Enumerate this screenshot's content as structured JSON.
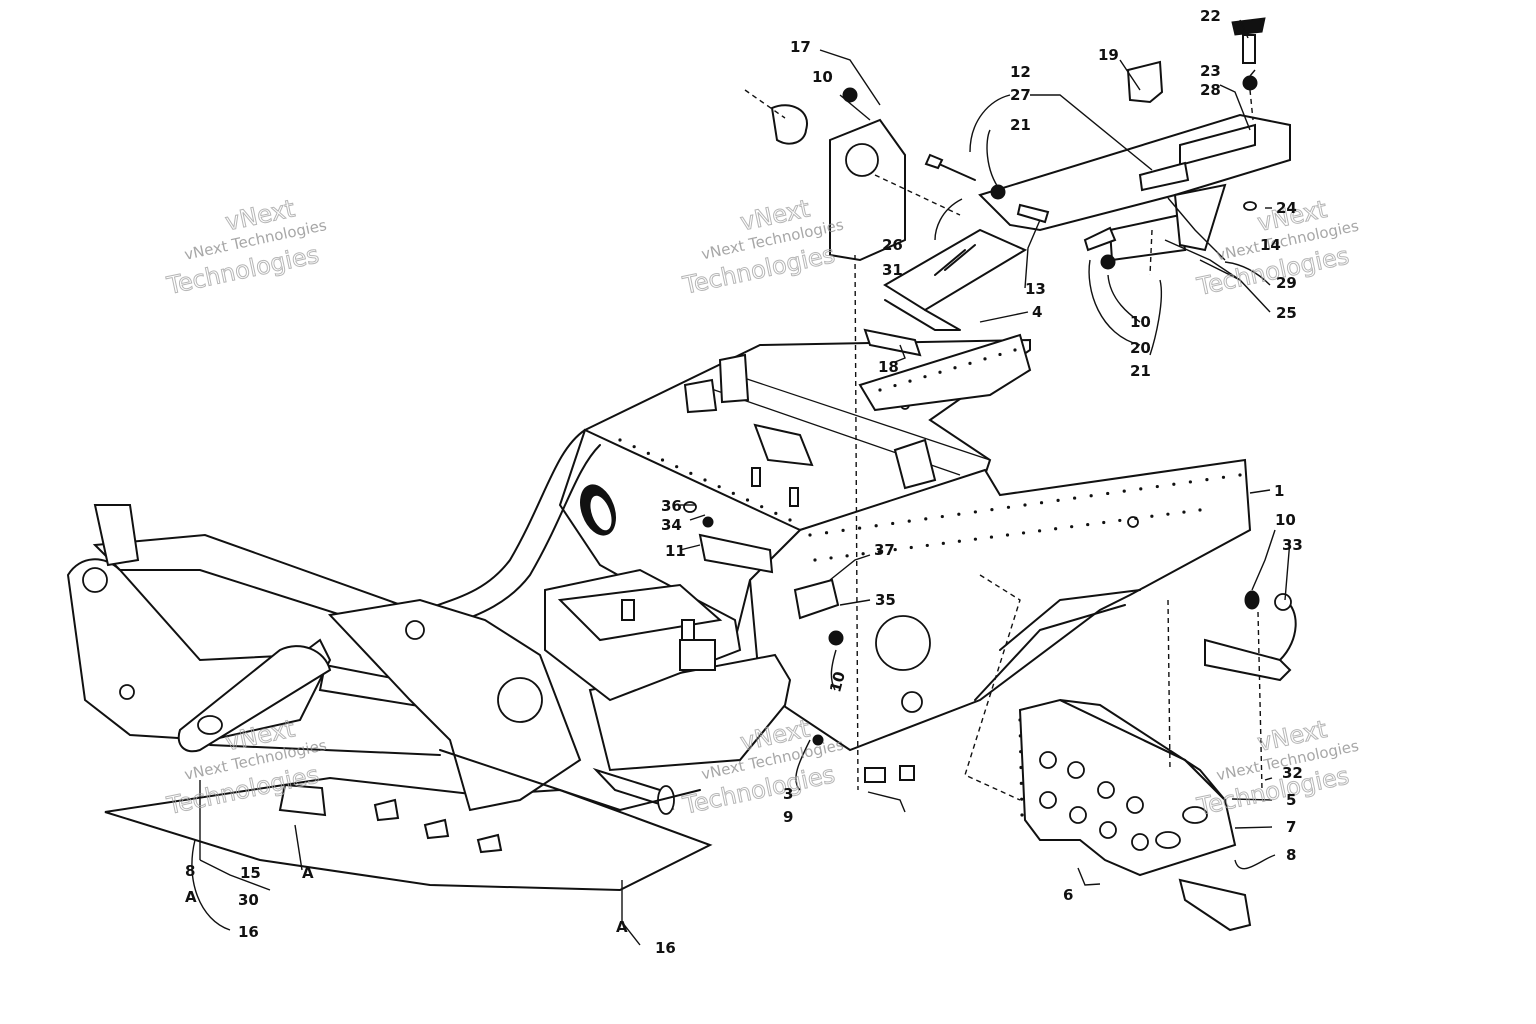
{
  "watermark": {
    "line_a": "vNext",
    "line_b": "vNext Technologies",
    "line_c": "Technologies"
  },
  "callouts": [
    {
      "id": "c1",
      "text": "1"
    },
    {
      "id": "c3",
      "text": "3"
    },
    {
      "id": "c4",
      "text": "4"
    },
    {
      "id": "c5",
      "text": "5"
    },
    {
      "id": "c6",
      "text": "6"
    },
    {
      "id": "c7",
      "text": "7"
    },
    {
      "id": "c8a",
      "text": "8"
    },
    {
      "id": "c8b",
      "text": "8"
    },
    {
      "id": "c9",
      "text": "9"
    },
    {
      "id": "c10a",
      "text": "10"
    },
    {
      "id": "c10b",
      "text": "10"
    },
    {
      "id": "c10c",
      "text": "10"
    },
    {
      "id": "c10d",
      "text": "10"
    },
    {
      "id": "c11",
      "text": "11"
    },
    {
      "id": "c12",
      "text": "12"
    },
    {
      "id": "c13",
      "text": "13"
    },
    {
      "id": "c14",
      "text": "14"
    },
    {
      "id": "c15",
      "text": "15"
    },
    {
      "id": "c16a",
      "text": "16"
    },
    {
      "id": "c16b",
      "text": "16"
    },
    {
      "id": "c17",
      "text": "17"
    },
    {
      "id": "c18",
      "text": "18"
    },
    {
      "id": "c19",
      "text": "19"
    },
    {
      "id": "c20",
      "text": "20"
    },
    {
      "id": "c21a",
      "text": "21"
    },
    {
      "id": "c21b",
      "text": "21"
    },
    {
      "id": "c22",
      "text": "22"
    },
    {
      "id": "c23",
      "text": "23"
    },
    {
      "id": "c24",
      "text": "24"
    },
    {
      "id": "c25",
      "text": "25"
    },
    {
      "id": "c26",
      "text": "26"
    },
    {
      "id": "c27",
      "text": "27"
    },
    {
      "id": "c28",
      "text": "28"
    },
    {
      "id": "c29",
      "text": "29"
    },
    {
      "id": "c30",
      "text": "30"
    },
    {
      "id": "c31",
      "text": "31"
    },
    {
      "id": "c32",
      "text": "32"
    },
    {
      "id": "c33",
      "text": "33"
    },
    {
      "id": "c34",
      "text": "34"
    },
    {
      "id": "c35",
      "text": "35"
    },
    {
      "id": "c36",
      "text": "36"
    },
    {
      "id": "c37",
      "text": "37"
    },
    {
      "id": "cA1",
      "text": "A"
    },
    {
      "id": "cA2",
      "text": "A"
    },
    {
      "id": "cA3",
      "text": "A"
    }
  ]
}
